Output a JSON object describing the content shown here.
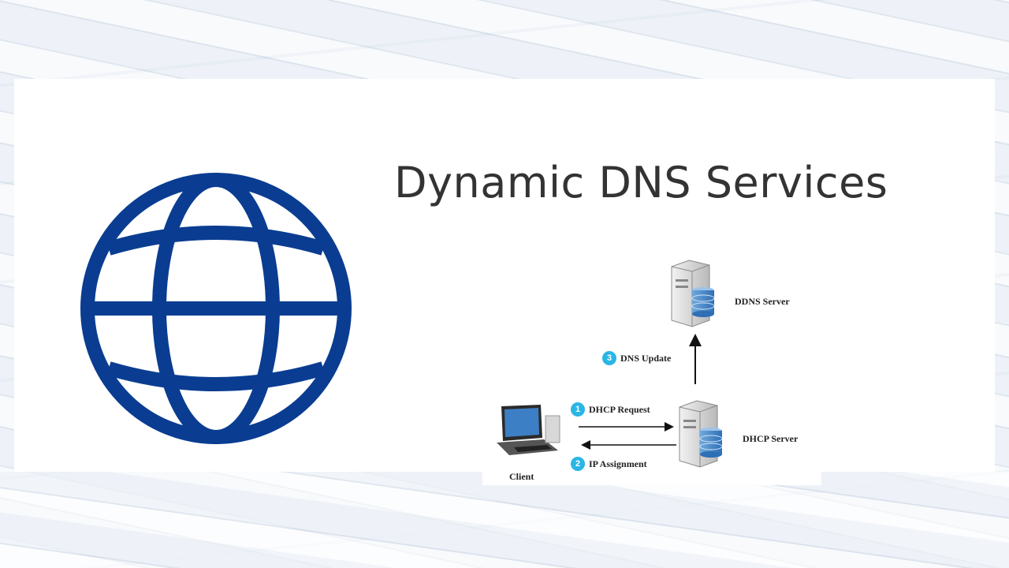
{
  "slide": {
    "title": "Dynamic DNS Services"
  },
  "diagram": {
    "ddns_server_label": "DDNS Server",
    "dhcp_server_label": "DHCP Server",
    "client_label": "Client",
    "steps": [
      {
        "number": "1",
        "label": "DHCP Request"
      },
      {
        "number": "2",
        "label": "IP Assignment"
      },
      {
        "number": "3",
        "label": "DNS Update"
      }
    ]
  },
  "colors": {
    "globe": "#0a3d91",
    "badge": "#29b6e6",
    "title": "#333333"
  },
  "icons": [
    "globe-icon",
    "server-icon",
    "laptop-icon"
  ]
}
